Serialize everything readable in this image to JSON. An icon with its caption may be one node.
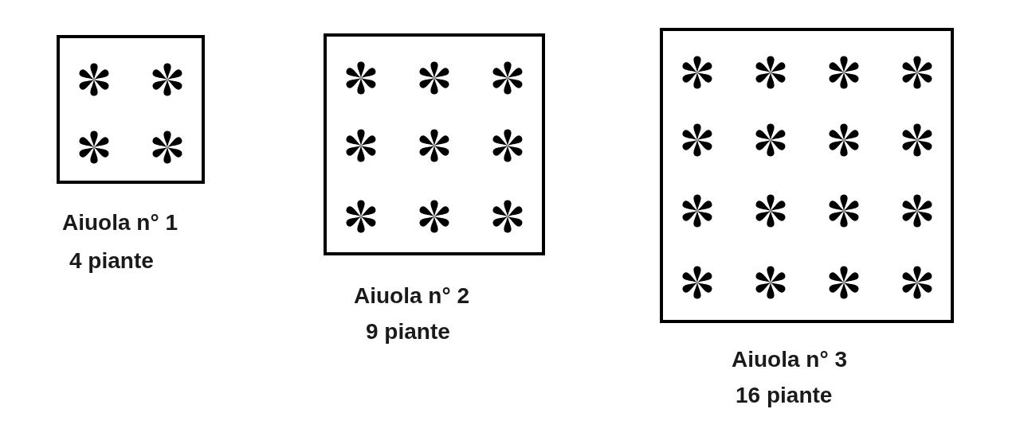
{
  "diagram": {
    "nodes": [
      {
        "text": [],
        "shape": "box",
        "beside": [
          "Aiuola n° 1",
          "4 piante"
        ]
      },
      {
        "text": [],
        "shape": "box",
        "beside": [
          "Aiuola n° 2",
          "9 piante"
        ]
      },
      {
        "text": [],
        "shape": "box",
        "beside": [
          "Aiuola n° 3",
          "16 piante"
        ]
      }
    ]
  }
}
